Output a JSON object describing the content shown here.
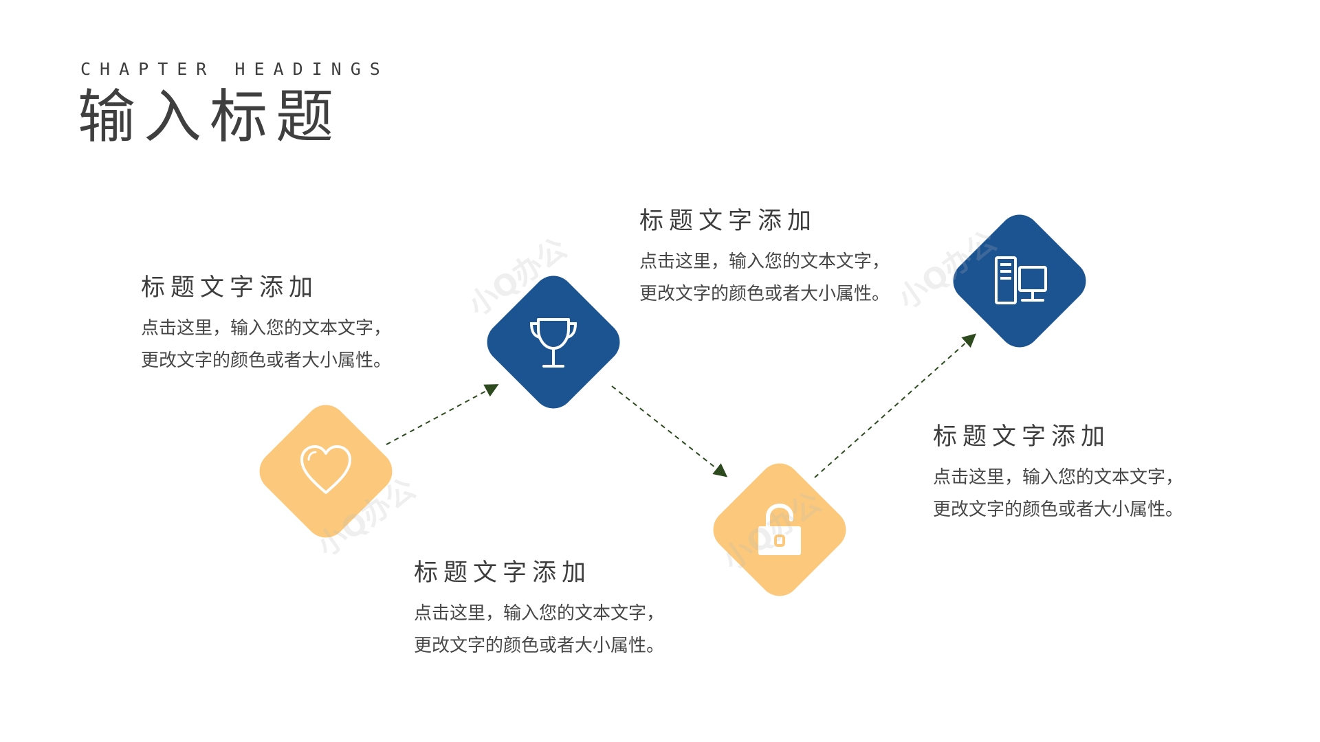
{
  "header": {
    "eyebrow": "CHAPTER  HEADINGS",
    "title": "输入标题"
  },
  "steps": [
    {
      "icon": "heart-icon",
      "heading": "标题文字添加",
      "line1": "点击这里，输入您的文本文字，",
      "line2": "更改文字的颜色或者大小属性。"
    },
    {
      "icon": "trophy-icon",
      "heading": "标题文字添加",
      "line1": "点击这里，输入您的文本文字，",
      "line2": "更改文字的颜色或者大小属性。"
    },
    {
      "icon": "lock-icon",
      "heading": "标题文字添加",
      "line1": "点击这里，输入您的文本文字，",
      "line2": "更改文字的颜色或者大小属性。"
    },
    {
      "icon": "computer-icon",
      "heading": "标题文字添加",
      "line1": "点击这里，输入您的文本文字，",
      "line2": "更改文字的颜色或者大小属性。"
    }
  ],
  "watermark": "小Q办公",
  "colors": {
    "accent_yellow": "#fcc97c",
    "accent_blue": "#1c5391",
    "connector": "#2c4a1e",
    "text": "#3d3d3d"
  }
}
